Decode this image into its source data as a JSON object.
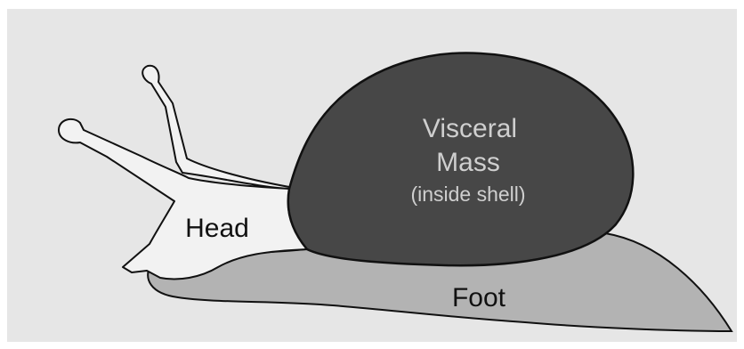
{
  "labels": {
    "head": "Head",
    "visceral_line1": "Visceral",
    "visceral_line2": "Mass",
    "visceral_line3": "(inside shell)",
    "foot": "Foot"
  },
  "colors": {
    "background": "#e6e6e6",
    "foot": "#b3b3b3",
    "head": "#f2f2f2",
    "visceral_mass": "#474747",
    "outline": "#111111",
    "label_dark": "#111111",
    "label_light": "#cfcfcf"
  }
}
